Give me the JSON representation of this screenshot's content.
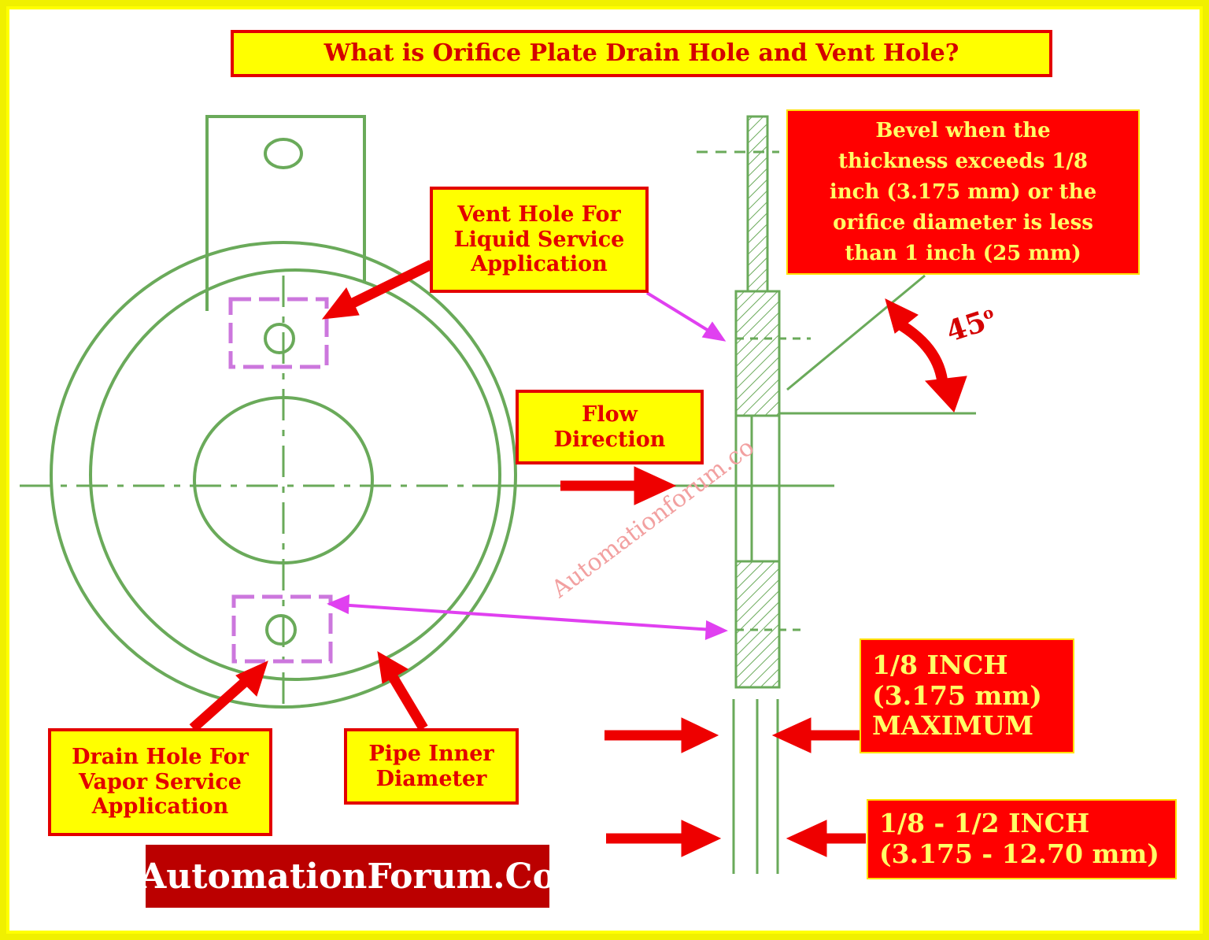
{
  "title": "What is Orifice Plate Drain Hole and Vent Hole?",
  "labels": {
    "vent_hole": [
      "Vent Hole For",
      "Liquid Service",
      "Application"
    ],
    "bevel_note": [
      "Bevel when the",
      "thickness exceeds 1/8",
      "inch (3.175 mm) or the",
      "orifice diameter is less",
      "than 1 inch (25 mm)"
    ],
    "angle": "45",
    "flow_direction": [
      "Flow",
      "Direction"
    ],
    "drain_hole": [
      "Drain Hole For",
      "Vapor Service",
      "Application"
    ],
    "pipe_inner_diameter": [
      "Pipe Inner",
      "Diameter"
    ],
    "thickness_max": [
      "1/8 INCH",
      "(3.175 mm)",
      "MAXIMUM"
    ],
    "thickness_range": [
      "1/8 - 1/2 INCH",
      "(3.175 - 12.70 mm)"
    ]
  },
  "watermark": "Automationforum.co",
  "brand": "AutomationForum.Co",
  "colors": {
    "background": "#ffff00",
    "drawing": "#6aaa5a",
    "arrow": "#ee0000",
    "pointer": "#e040f0",
    "hole_marker": "#cc77dd",
    "brand_bg": "#bb0000"
  }
}
